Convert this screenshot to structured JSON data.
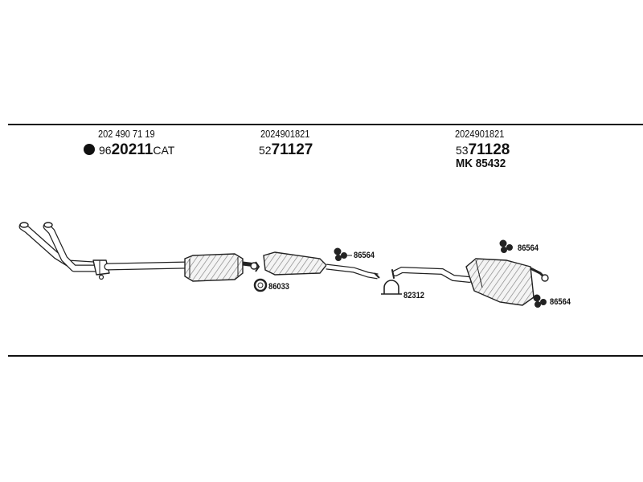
{
  "sections": [
    {
      "oe": "202 490 71 19",
      "prefix": "96",
      "number": "20211",
      "suffix": "CAT"
    },
    {
      "oe": "2024901821",
      "prefix": "52",
      "number": "71127"
    },
    {
      "oe": "2024901821",
      "prefix": "53",
      "number": "71128",
      "mk": "MK  85432"
    }
  ],
  "callouts": {
    "ring": "86033",
    "rubber1": "86564",
    "clamp": "82312",
    "rubber2": "86564",
    "rubber3": "86564"
  }
}
